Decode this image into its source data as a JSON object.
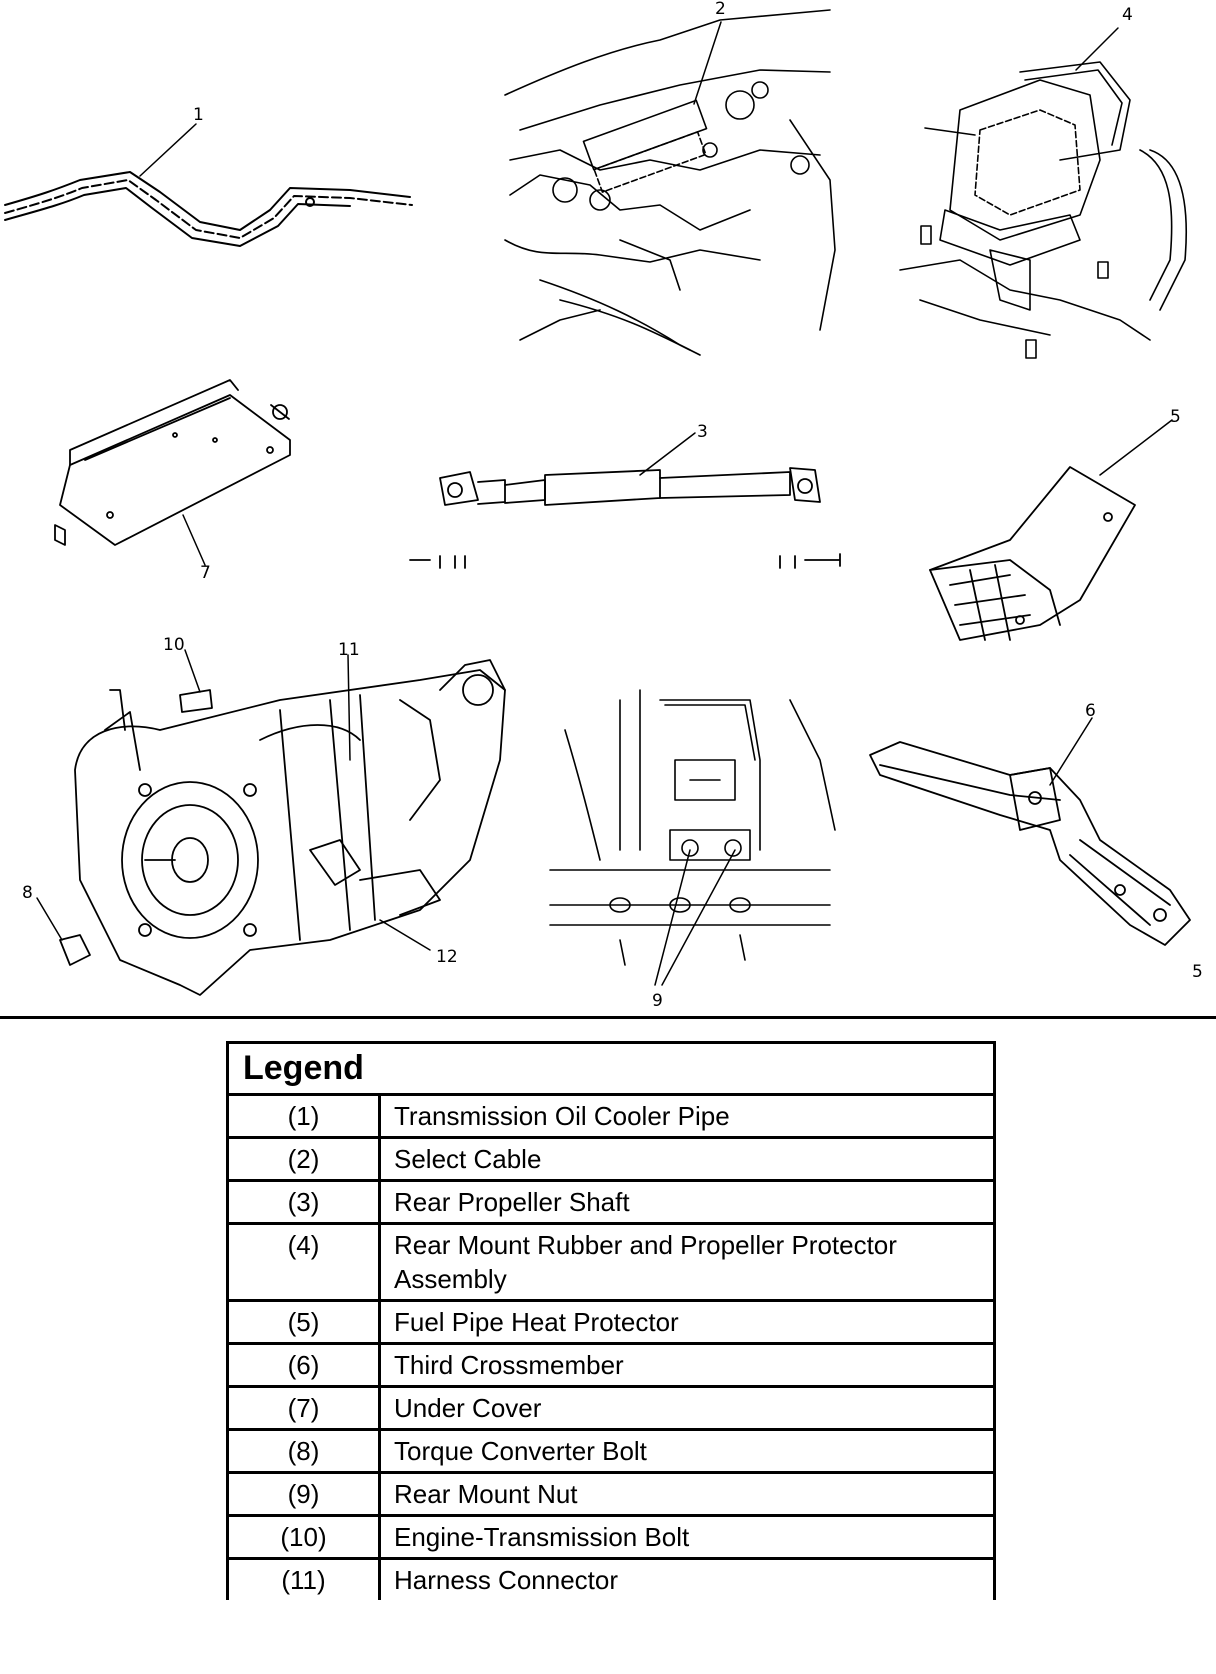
{
  "callouts": [
    "1",
    "2",
    "4",
    "7",
    "3",
    "5",
    "10",
    "11",
    "8",
    "12",
    "9",
    "6",
    "5"
  ],
  "legend": {
    "title": "Legend",
    "rows": [
      {
        "num": "(1)",
        "desc": "Transmission Oil Cooler Pipe"
      },
      {
        "num": "(2)",
        "desc": "Select Cable"
      },
      {
        "num": "(3)",
        "desc": "Rear Propeller Shaft"
      },
      {
        "num": "(4)",
        "desc": "Rear Mount Rubber and Propeller Protector Assembly"
      },
      {
        "num": "(5)",
        "desc": "Fuel Pipe Heat Protector"
      },
      {
        "num": "(6)",
        "desc": "Third Crossmember"
      },
      {
        "num": "(7)",
        "desc": "Under Cover"
      },
      {
        "num": "(8)",
        "desc": "Torque Converter Bolt"
      },
      {
        "num": "(9)",
        "desc": "Rear Mount Nut"
      },
      {
        "num": "(10)",
        "desc": "Engine-Transmission Bolt"
      },
      {
        "num": "(11)",
        "desc": "Harness Connector"
      }
    ]
  }
}
